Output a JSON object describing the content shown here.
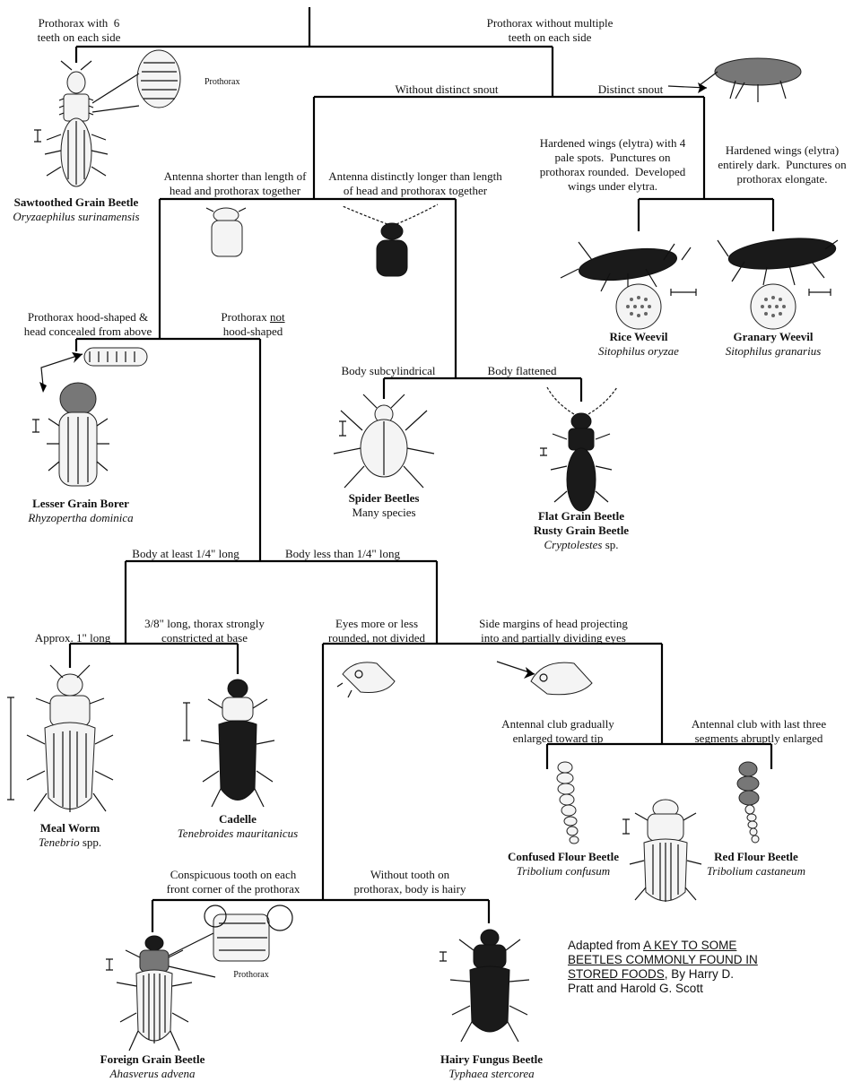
{
  "labels": {
    "prothorax_6_teeth": "Prothorax with  6\nteeth on each side",
    "prothorax_no_teeth": "Prothorax without multiple\nteeth on each side",
    "without_snout": "Without distinct snout",
    "distinct_snout": "Distinct snout",
    "rice_weevil_desc": "Hardened wings (elytra) with 4\npale spots.  Punctures on\nprothorax rounded.  Developed\nwings under elytra.",
    "granary_weevil_desc": "Hardened wings (elytra)\nentirely dark.  Punctures on\nprothorax elongate.",
    "antenna_shorter": "Antenna shorter than length of\nhead and prothorax together",
    "antenna_longer": "Antenna distinctly longer than length\nof head and prothorax together",
    "hood_shaped": "Prothorax hood-shaped &\nhead concealed from above",
    "not_hood_shaped_a": "Prothorax ",
    "not_hood_shaped_b": "not",
    "not_hood_shaped_c": "\nhood-shaped",
    "subcylindrical": "Body subcylindrical",
    "flattened": "Body flattened",
    "at_least_quarter": "Body at least 1/4\" long",
    "less_quarter": "Body less than 1/4\" long",
    "approx_1in": "Approx. 1\" long",
    "three_eighths": "3/8\" long, thorax strongly\nconstricted at base",
    "eyes_rounded": "Eyes more or less\nrounded, not divided",
    "side_margins": "Side margins of head projecting\ninto and partially dividing eyes",
    "club_gradual": "Antennal club gradually\nenlarged toward tip",
    "club_abrupt": "Antennal club with last three\nsegments abruptly enlarged",
    "conspicuous_tooth": "Conspicuous tooth on each\nfront corner of the prothorax",
    "without_tooth": "Without tooth on\nprothorax, body is hairy",
    "prothorax_inset_1": "Prothorax",
    "prothorax_inset_2": "Prothorax"
  },
  "species": [
    {
      "id": "sawtoothed",
      "common": "Sawtoothed Grain Beetle",
      "scientific": "Oryzaephilus surinamensis"
    },
    {
      "id": "rice-weevil",
      "common": "Rice Weevil",
      "scientific": "Sitophilus oryzae"
    },
    {
      "id": "granary-weevil",
      "common": "Granary Weevil",
      "scientific": "Sitophilus granarius"
    },
    {
      "id": "lesser-grain-borer",
      "common": "Lesser Grain Borer",
      "scientific": "Rhyzopertha dominica"
    },
    {
      "id": "spider-beetles",
      "common": "Spider Beetles",
      "scientific_plain": "Many species"
    },
    {
      "id": "flat-grain",
      "common": "Flat Grain Beetle\nRusty Grain Beetle",
      "scientific": "Cryptolestes",
      "sci_suffix": " sp."
    },
    {
      "id": "meal-worm",
      "common": "Meal Worm",
      "scientific": "Tenebrio",
      "sci_suffix": " spp."
    },
    {
      "id": "cadelle",
      "common": "Cadelle",
      "scientific": "Tenebroides mauritanicus"
    },
    {
      "id": "confused-flour",
      "common": "Confused Flour Beetle",
      "scientific": "Tribolium confusum"
    },
    {
      "id": "red-flour",
      "common": "Red Flour Beetle",
      "scientific": "Tribolium castaneum"
    },
    {
      "id": "foreign-grain",
      "common": "Foreign Grain Beetle",
      "scientific": "Ahasverus advena"
    },
    {
      "id": "hairy-fungus",
      "common": "Hairy Fungus Beetle",
      "scientific": "Typhaea stercorea"
    }
  ],
  "credit": {
    "prefix": "Adapted from ",
    "title": "A KEY TO SOME BEETLES COMMONLY FOUND IN STORED FOODS",
    "suffix": ", By Harry D. Pratt and Harold G. Scott"
  }
}
